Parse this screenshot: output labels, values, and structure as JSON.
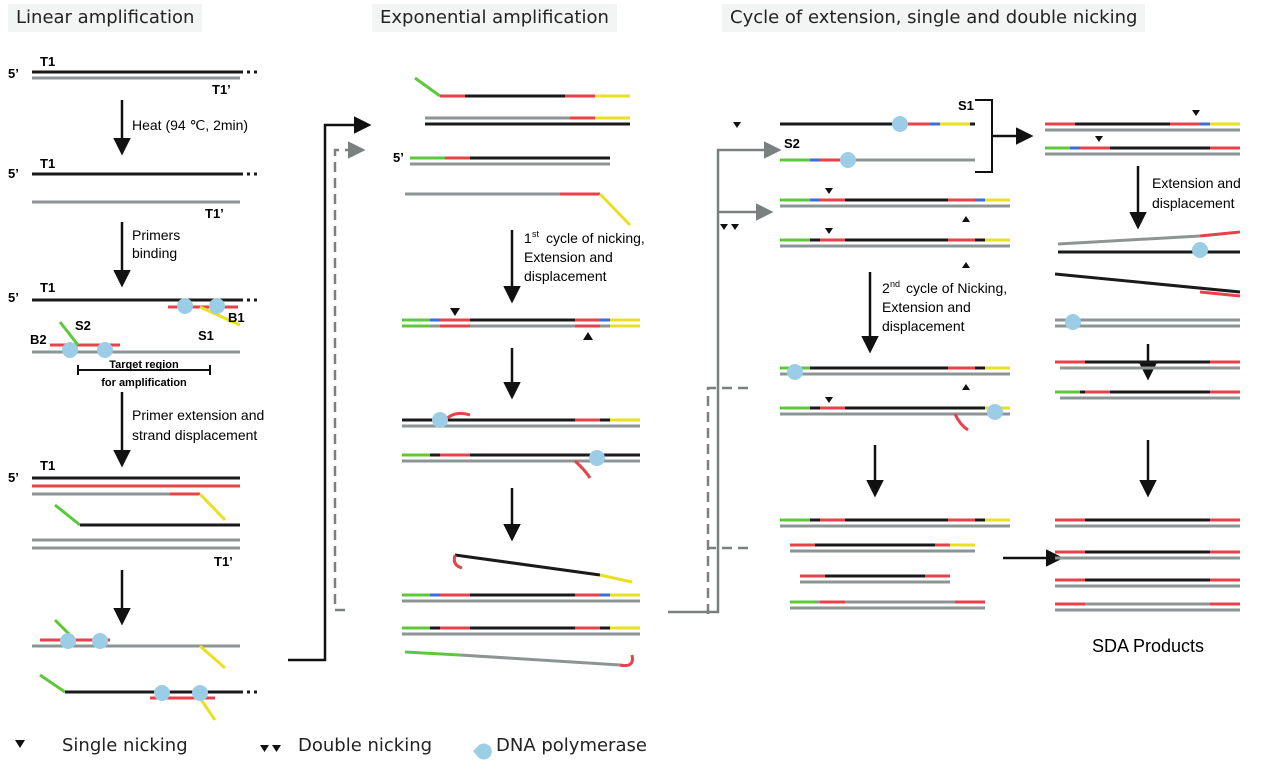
{
  "headers": {
    "linear": "Linear amplification",
    "exponential": "Exponential amplification",
    "cycle": "Cycle of extension, single and double nicking"
  },
  "labels": {
    "five_prime": "5’",
    "t1": "T1",
    "t1_prime": "T1’",
    "s1": "S1",
    "s2": "S2",
    "b1": "B1",
    "b2": "B2",
    "heat": "Heat (94 ℃, 2min)",
    "primers_1": "Primers",
    "primers_2": "binding",
    "target_1": "Target region",
    "target_2": "for amplification",
    "ext_1": "Primer extension and",
    "ext_2": "strand displacement",
    "first_sup": "st",
    "first_1": "cycle of nicking,",
    "first_num": "1",
    "first_2": "Extension and",
    "first_3": "displacement",
    "second_num": "2",
    "second_sup": "nd",
    "second_1": "cycle of Nicking,",
    "second_2": "Extension and",
    "second_3": "displacement",
    "ed_1": "Extension and",
    "ed_2": "displacement",
    "sda": "SDA Products"
  },
  "legend": {
    "single": "Single nicking",
    "double": "Double nicking",
    "polymerase": "DNA polymerase"
  },
  "colors": {
    "template": "#1a1a1a",
    "complement": "#8c9494",
    "primer_red": "#e8414a",
    "primer_blue": "#3a6fd8",
    "primer_yellow": "#e8e020",
    "primer_green": "#5cc83a",
    "polymerase": "#9ccde6",
    "arrow_gray": "#7a8080"
  }
}
